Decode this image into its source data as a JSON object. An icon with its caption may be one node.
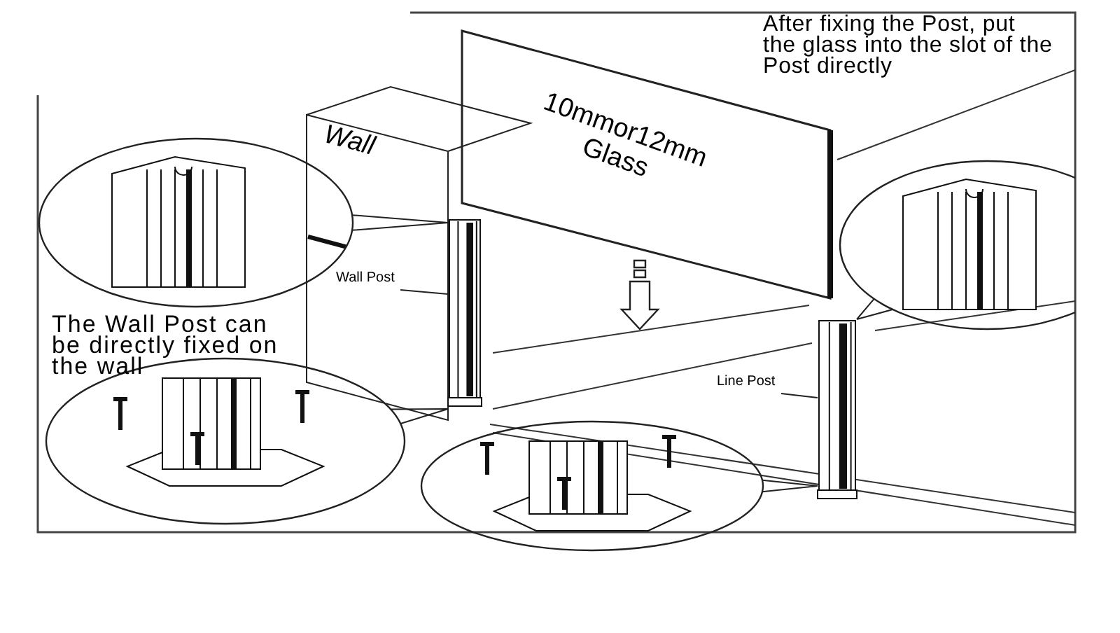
{
  "diagram": {
    "nodes": [
      {
        "text": [
          "Wall"
        ]
      },
      {
        "text": [
          "10mmor12mm Glass"
        ]
      },
      {
        "text": [
          "Wall Post"
        ],
        "in": 0
      },
      {
        "text": [],
        "shape": "bar",
        "in": 0
      },
      {
        "text": [
          "Line Post"
        ]
      },
      {
        "text": [],
        "shape": "bar"
      },
      {
        "text": [],
        "shape": "circle"
      },
      {
        "text": [],
        "shape": "circle"
      },
      {
        "text": [],
        "shape": "circle"
      },
      {
        "text": [],
        "shape": "circle"
      }
    ],
    "edges": [
      {
        "from": 2,
        "to": 3,
        "arrow": "none"
      },
      {
        "from": 4,
        "to": 5,
        "arrow": "none"
      },
      {
        "from": 6,
        "to": 3,
        "arrow": "none"
      },
      {
        "from": 8,
        "to": 3,
        "arrow": "none"
      },
      {
        "from": 7,
        "to": 5,
        "arrow": "none"
      },
      {
        "from": 9,
        "to": 5,
        "arrow": "none"
      }
    ],
    "labels": [
      "After fixing the Post, put the glass into the slot of the Post directly",
      "The Wall Post can be directly fixed on the wall"
    ]
  }
}
